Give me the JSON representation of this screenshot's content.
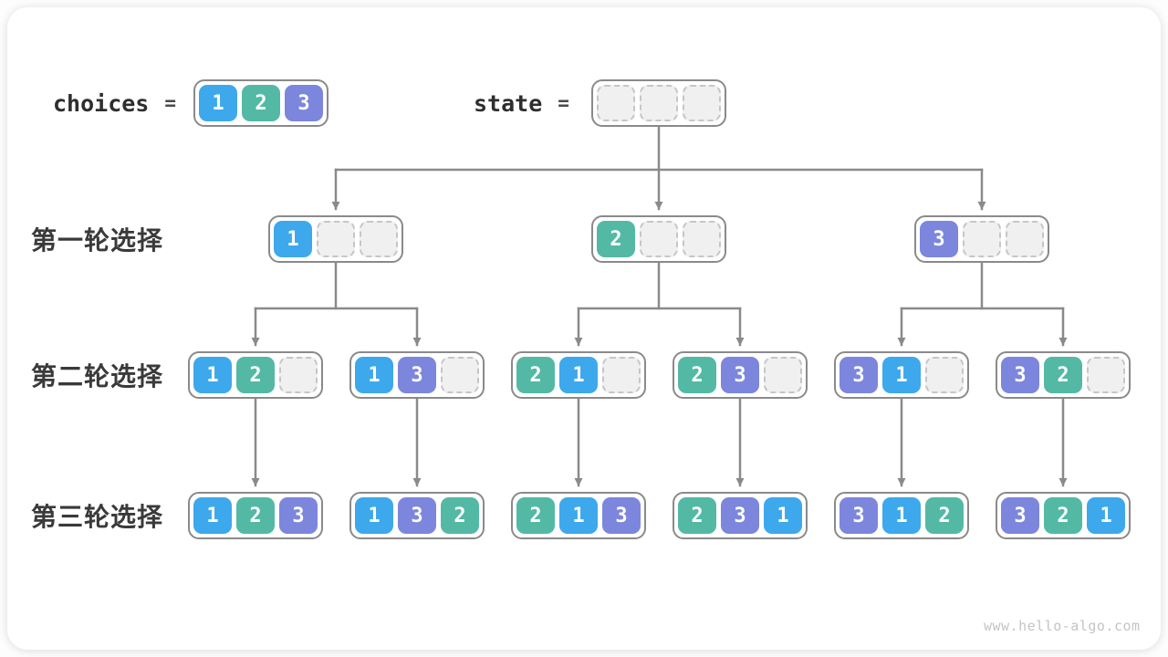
{
  "header": {
    "choices": {
      "label": "choices",
      "equals": "=",
      "values": [
        1,
        2,
        3
      ]
    },
    "state": {
      "label": "state",
      "equals": "=",
      "values": [
        null,
        null,
        null
      ]
    }
  },
  "rows": [
    {
      "label": "第一轮选择",
      "boxes": [
        [
          1,
          null,
          null
        ],
        [
          2,
          null,
          null
        ],
        [
          3,
          null,
          null
        ]
      ]
    },
    {
      "label": "第二轮选择",
      "boxes": [
        [
          1,
          2,
          null
        ],
        [
          1,
          3,
          null
        ],
        [
          2,
          1,
          null
        ],
        [
          2,
          3,
          null
        ],
        [
          3,
          1,
          null
        ],
        [
          3,
          2,
          null
        ]
      ]
    },
    {
      "label": "第三轮选择",
      "boxes": [
        [
          1,
          2,
          3
        ],
        [
          1,
          3,
          2
        ],
        [
          2,
          1,
          3
        ],
        [
          2,
          3,
          1
        ],
        [
          3,
          1,
          2
        ],
        [
          3,
          2,
          1
        ]
      ]
    }
  ],
  "colors": {
    "1": "#3da8ec",
    "2": "#53b9a5",
    "3": "#7c86dd",
    "arrow": "#8a8a8a",
    "box_border": "#8a8a8a",
    "empty_fill": "#f0f0f1",
    "empty_border": "#c6c6c6"
  },
  "watermark": "www.hello-algo.com"
}
